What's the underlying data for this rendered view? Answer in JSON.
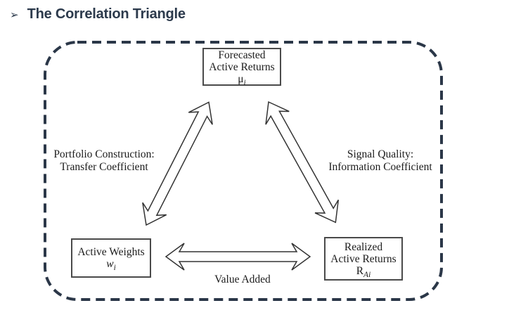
{
  "title": {
    "bullet": "➢",
    "text": "The Correlation Triangle"
  },
  "diagram": {
    "nodes": {
      "top": {
        "lines": [
          "Forecasted",
          "Active Returns"
        ],
        "symbol": {
          "base": "μ",
          "sub": "i"
        }
      },
      "bottom_left": {
        "lines": [
          "Active Weights"
        ],
        "symbol": {
          "base": "w",
          "sub": "i"
        }
      },
      "bottom_right": {
        "lines": [
          "Realized",
          "Active Returns"
        ],
        "symbol": {
          "base": "R",
          "sub": "Ai"
        }
      }
    },
    "edges": {
      "left": {
        "label_line1": "Portfolio Construction:",
        "label_line2": "Transfer Coefficient"
      },
      "right": {
        "label_line1": "Signal Quality:",
        "label_line2": "Information Coefficient"
      },
      "bottom": {
        "label": "Value Added"
      }
    }
  },
  "colors": {
    "title_accent": "#2c3a4c",
    "dashed_border": "#2b3748",
    "box_border": "#4a4a4a",
    "diagram_text": "#1c1c1c",
    "arrow_outline": "#333333"
  }
}
